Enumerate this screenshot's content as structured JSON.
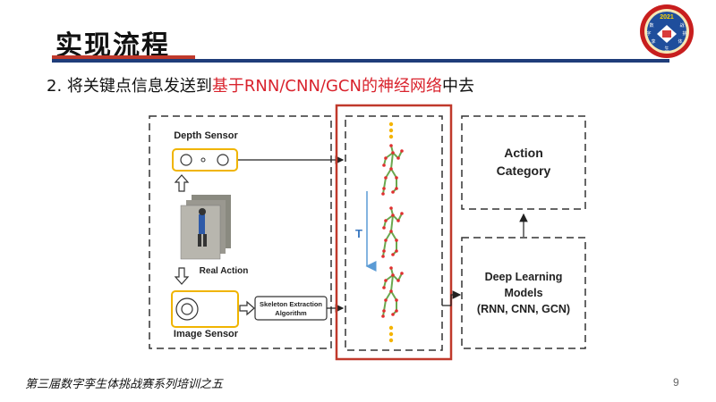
{
  "slide": {
    "title": "实现流程",
    "subtitle_prefix": "2. 将关键点信息发送到",
    "subtitle_highlight": "基于RNN/CNN/GCN的神经网络",
    "subtitle_suffix": "中去",
    "footer": "第三届数字孪生体挑战赛系列培训之五",
    "page_number": "9"
  },
  "logo": {
    "year": "2021",
    "chars": [
      "数",
      "字",
      "孪",
      "生",
      "体",
      "挑",
      "战"
    ]
  },
  "diagram": {
    "depth_sensor": "Depth Sensor",
    "real_action": "Real Action",
    "image_sensor": "Image Sensor",
    "skeleton_line1": "Skeleton Extraction",
    "skeleton_line2": "Algorithm",
    "time_label": "T",
    "action_line1": "Action",
    "action_line2": "Category",
    "deep_line1": "Deep Learning",
    "deep_line2": "Models",
    "deep_line3": "(RNN, CNN, GCN)"
  },
  "colors": {
    "highlight": "#d9232d",
    "title_bar": "#1f3d7a",
    "sensor_border": "#f0b400",
    "skeleton_bone": "#6aa84f",
    "skeleton_joint": "#e03030",
    "time_arrow": "#5b9bd5",
    "red_box": "#c0392b"
  }
}
